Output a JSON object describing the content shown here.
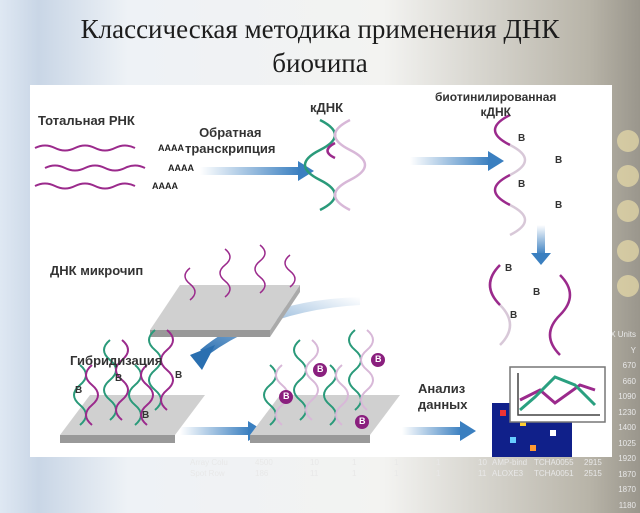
{
  "title": {
    "line1": "Классическая методика применения ДНК",
    "line2": "биочипа"
  },
  "diagram": {
    "total_rna": "Тотальная РНК",
    "poly_a": [
      "AAAA",
      "AAAA",
      "AAAA"
    ],
    "reverse_transcription": [
      "Обратная",
      "транскрипция"
    ],
    "cdna": "кДНК",
    "biotinylated_cdna": [
      "биотинилированная",
      "кДНК"
    ],
    "biotin_label": "B",
    "dna_microchip": "ДНК микрочип",
    "hybridization": "Гибридизация",
    "data_analysis": [
      "Анализ",
      "данных"
    ]
  },
  "background": {
    "rows": [
      [
        "Array Colu",
        "4500",
        "10",
        "1",
        "1",
        "1",
        "10",
        "AMP-bind",
        "TCHA0055",
        "2915"
      ],
      [
        "Spot Row",
        "186",
        "11",
        "1",
        "1",
        "1",
        "11",
        "ALOXE3",
        "TCHA0051",
        "2515"
      ]
    ],
    "right_col": [
      "X Units",
      "Y",
      "670",
      "660",
      "1090",
      "1230",
      "1400",
      "1025",
      "1920",
      "1870",
      "1870",
      "1180"
    ]
  },
  "colors": {
    "rna": "#9b2a8c",
    "cdna_green": "#2a9a7a",
    "arrow": "#3a7fc0",
    "title": "#1d1d1d"
  }
}
